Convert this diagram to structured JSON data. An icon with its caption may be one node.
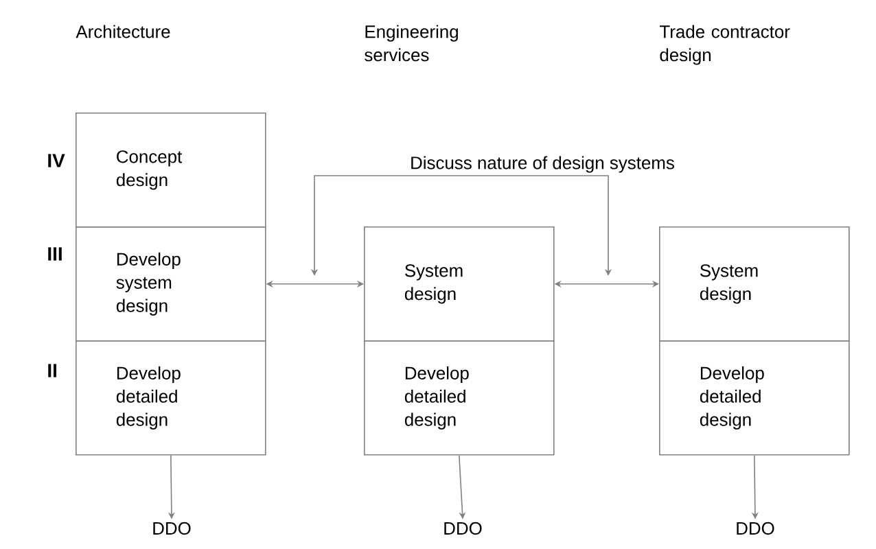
{
  "diagram": {
    "nodes": [
      {
        "text": [
          "Concept design"
        ]
      },
      {
        "text": [
          "Discuss nature of design systems"
        ]
      },
      {
        "text": [
          "Develop system design"
        ]
      },
      {
        "text": [
          "System design"
        ]
      },
      {
        "text": [
          "System design"
        ]
      },
      {
        "text": [
          "Develop detailed design"
        ]
      },
      {
        "text": [
          "Develop detailed design"
        ]
      },
      {
        "text": [
          "Develop detailed design"
        ]
      },
      {
        "text": [
          "DDO"
        ]
      },
      {
        "text": [
          "DDO"
        ]
      },
      {
        "text": [
          "DDO"
        ]
      }
    ],
    "edges": [
      {
        "from": 2,
        "to": 3,
        "arrow": "both"
      },
      {
        "from": 3,
        "to": 4,
        "arrow": "both"
      },
      {
        "from": 1,
        "to": null,
        "arrow": "to"
      },
      {
        "from": 1,
        "to": null,
        "arrow": "to"
      },
      {
        "from": 5,
        "to": 8,
        "arrow": "to"
      },
      {
        "from": 6,
        "to": 9,
        "arrow": "to"
      },
      {
        "from": 7,
        "to": 10,
        "arrow": "to"
      }
    ],
    "labels": [
      "Architecture",
      "Engineering services",
      "Trade contractor design",
      "IV",
      "III",
      "II"
    ]
  }
}
